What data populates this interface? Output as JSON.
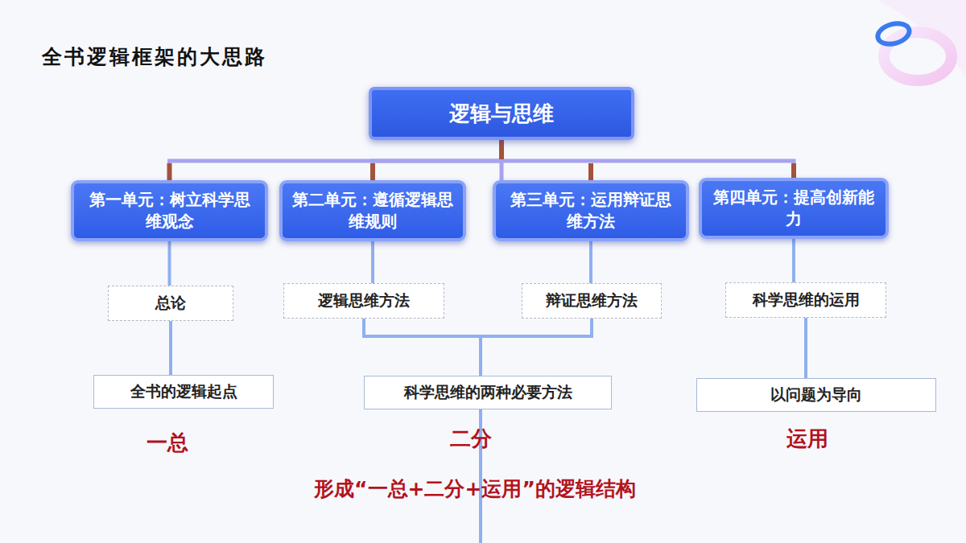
{
  "diagram": {
    "title": "全书逻辑框架的大思路",
    "nodes": [
      {
        "text": [
          "逻辑与思维"
        ]
      },
      {
        "text": [
          "第一单元：树立科学思维观念"
        ]
      },
      {
        "text": [
          "第二单元：遵循逻辑思维规则"
        ]
      },
      {
        "text": [
          "第三单元：运用辩证思维方法"
        ]
      },
      {
        "text": [
          "第四单元：提高创新能力"
        ]
      },
      {
        "text": [
          "总论"
        ]
      },
      {
        "text": [
          "逻辑思维方法"
        ]
      },
      {
        "text": [
          "辩证思维方法"
        ]
      },
      {
        "text": [
          "科学思维的运用"
        ]
      },
      {
        "text": [
          "全书的逻辑起点"
        ]
      },
      {
        "text": [
          "科学思维的两种必要方法"
        ]
      },
      {
        "text": [
          "以问题为导向"
        ]
      }
    ],
    "edges": [
      {
        "from": 0,
        "to": 1,
        "arrow": "none"
      },
      {
        "from": 0,
        "to": 2,
        "arrow": "none"
      },
      {
        "from": 0,
        "to": 3,
        "arrow": "none"
      },
      {
        "from": 0,
        "to": 4,
        "arrow": "none"
      },
      {
        "from": 1,
        "to": 5,
        "arrow": "none"
      },
      {
        "from": 2,
        "to": 6,
        "arrow": "none"
      },
      {
        "from": 3,
        "to": 7,
        "arrow": "none"
      },
      {
        "from": 4,
        "to": 8,
        "arrow": "none"
      },
      {
        "from": 5,
        "to": 9,
        "arrow": "none"
      },
      {
        "from": 6,
        "to": 10,
        "arrow": "none"
      },
      {
        "from": 7,
        "to": 10,
        "arrow": "none"
      },
      {
        "from": 8,
        "to": 11,
        "arrow": "none"
      }
    ],
    "labels": [
      "一总",
      "二分",
      "运用",
      "形成“一总+二分+运用”的逻辑结构"
    ]
  }
}
